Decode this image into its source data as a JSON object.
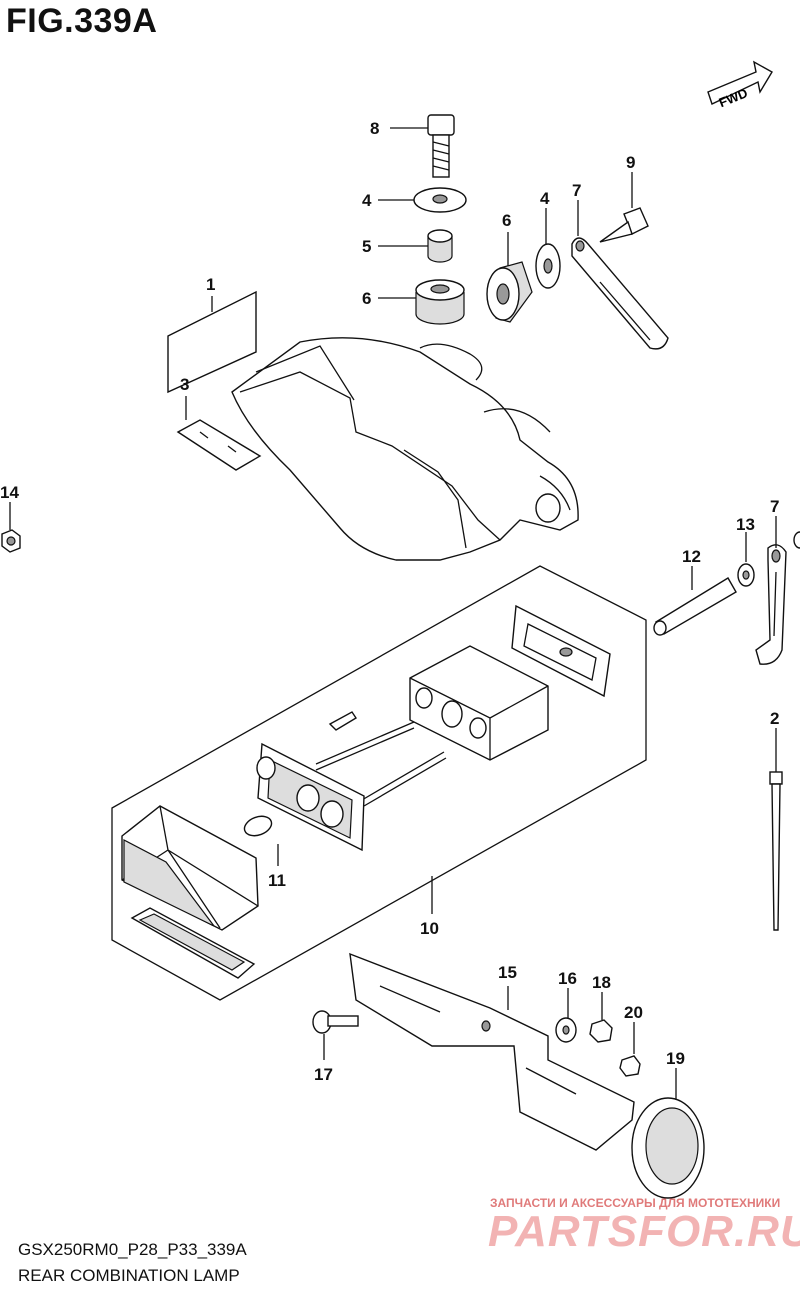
{
  "figure": {
    "title": "FIG.339A",
    "code": "GSX250RM0_P28_P33_339A",
    "caption": "REAR COMBINATION LAMP"
  },
  "fwd_label": "FWD",
  "callouts": [
    "1",
    "2",
    "3",
    "4",
    "4",
    "5",
    "6",
    "6",
    "7",
    "7",
    "8",
    "9",
    "10",
    "11",
    "12",
    "13",
    "14",
    "15",
    "16",
    "17",
    "18",
    "19",
    "20"
  ],
  "watermark": {
    "line": "ЗАПЧАСТИ И АКСЕССУАРЫ ДЛЯ МОТОТЕХНИКИ",
    "logo": "PARTSFOR.RU"
  }
}
